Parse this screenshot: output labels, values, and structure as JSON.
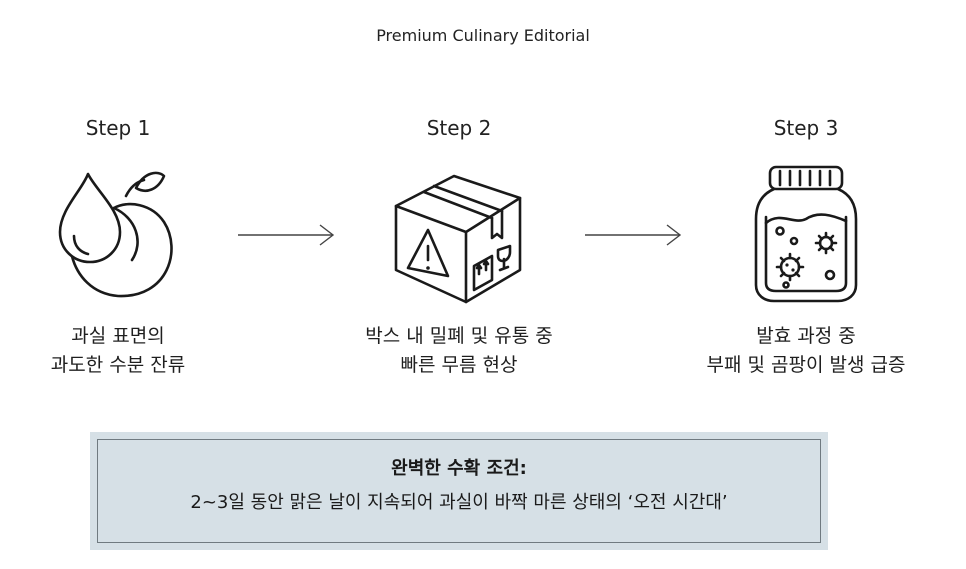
{
  "header": {
    "title": "Premium Culinary Editorial"
  },
  "steps": [
    {
      "label": "Step 1",
      "icon": "peach-water-drop-icon",
      "desc_line1": "과실 표면의",
      "desc_line2": "과도한 수분 잔류"
    },
    {
      "label": "Step 2",
      "icon": "warning-box-icon",
      "desc_line1": "박스 내 밀폐 및 유통 중",
      "desc_line2": "빠른 무름 현상"
    },
    {
      "label": "Step 3",
      "icon": "fermenting-jar-icon",
      "desc_line1": "발효 과정 중",
      "desc_line2": "부패 및 곰팡이 발생 급증"
    }
  ],
  "note": {
    "title": "완벽한 수확 조건:",
    "body": "2~3일 동안 맑은 날이 지속되어 과실이 바짝 마른 상태의 ‘오전 시간대’"
  },
  "colors": {
    "note_background": "#d6e0e6",
    "note_border": "#707a80",
    "stroke": "#1a1a1a"
  }
}
